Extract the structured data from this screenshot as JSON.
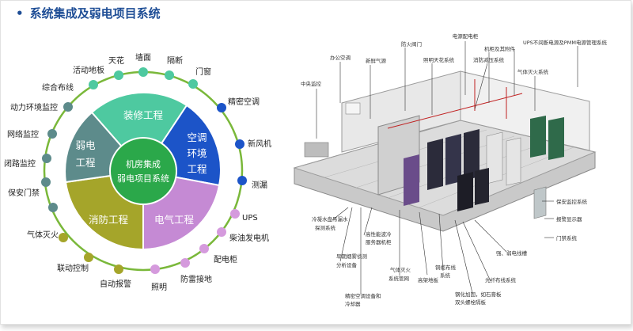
{
  "title": "系统集成及弱电项目系统",
  "center_label": [
    "机房集成",
    "弱电项目系统"
  ],
  "segments": {
    "zhuangxiu": "装修工程",
    "kongtiao": [
      "空调",
      "环境",
      "工程"
    ],
    "ruodian": [
      "弱电",
      "工程"
    ],
    "xiaofang": "消防工程",
    "dianqi": "电气工程"
  },
  "ring_items": {
    "tianhua": "天花",
    "qiangmian": "墙面",
    "geduan": "隔断",
    "menchuang": "门窗",
    "jingmi_kongtiao": "精密空调",
    "xinfengji": "新风机",
    "celou": "测漏",
    "ups": "UPS",
    "chaiyou": "柴油发电机",
    "peidiangui": "配电柜",
    "fangleijiedi": "防雷接地",
    "zhaoming": "照明",
    "zidongbaojing": "自动报警",
    "liandongkongzhi": "联动控制",
    "qitimiehuo": "气体灭火",
    "baoanmenjin": "保安门禁",
    "bilujiankong": "闭路监控",
    "wangluojiankong": "网络监控",
    "donglihuanjing": "动力环境监控",
    "zonghebuxian": "综合布线",
    "huodongdiban": "活动地板"
  },
  "room_labels": {
    "bangong_kongtiao": "办公空调",
    "xinxian_qiyuan": "新鲜气源",
    "fanghuo_famen": "防火阀门",
    "dianyuan_peidiangui": "电源配电柜",
    "ups_system": "UPS不间断电源及PMM电源管理系统",
    "zhongyang_jiankong": "中央监控",
    "zhaoming_kaiguan": "照明天花系统",
    "jigui": "机柜及其附件",
    "xiaofang_jianya": "消防减压系统",
    "qiti_miehuo_xt": "气体灭火系统",
    "baoan_jiankong": "保安监控系统",
    "baojing_xianshi": "报警显示器",
    "menjin_xitong": "门禁系统",
    "qiang_ruodian": "强、弱电线槽",
    "guangxian": "光纤布线系统",
    "lengning": "冷凝水盘吊漏水",
    "tance": "探测系统",
    "gaoxingneng": "高性能波冷",
    "fuwuqi": "服务器机柜",
    "zaoqi": "早期烟雾侦测",
    "fenxi": "分析设备",
    "qiti_miehuo_guan": "气体灭火",
    "xitong_guanwang": "系统管网",
    "gaojia": "高架地板",
    "tonglan": "铜缆布线",
    "xitong": "系统",
    "jingmi_kongtiao_sb": "精密空调设备和",
    "lengquegi": "冷却器",
    "jiagu": "钢化加固，如石膏板",
    "shuangceng": "双头螺栓隔板"
  }
}
